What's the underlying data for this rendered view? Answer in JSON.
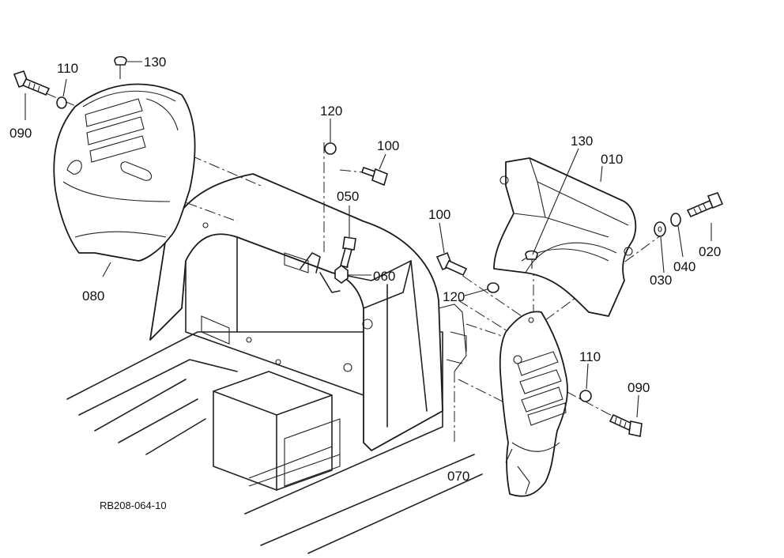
{
  "labels": {
    "p090_left": "090",
    "p110_left": "110",
    "p130_left": "130",
    "p080": "080",
    "p120_top": "120",
    "p100_top": "100",
    "p050": "050",
    "p060": "060",
    "p100_mid": "100",
    "p120_mid": "120",
    "p130_right": "130",
    "p010": "010",
    "p030": "030",
    "p040": "040",
    "p020": "020",
    "p110_right": "110",
    "p090_right": "090",
    "p070": "070"
  },
  "drawing_code": "RB208-064-10"
}
